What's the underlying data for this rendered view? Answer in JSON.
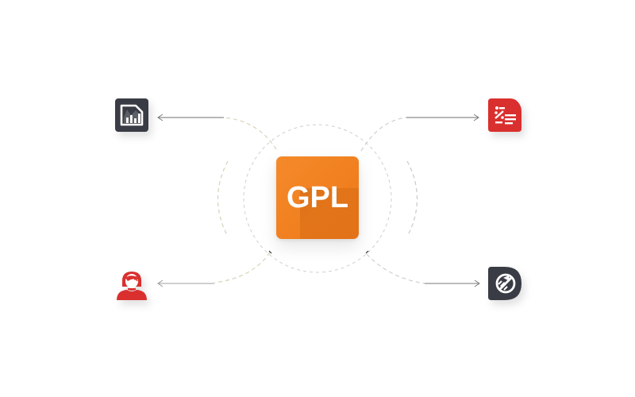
{
  "diagram": {
    "type": "hub-and-spoke",
    "center": {
      "label": "GPL",
      "icon": "license-tile",
      "color": "#f28223",
      "text_color": "#ffffff"
    },
    "nodes": [
      {
        "id": "top-left",
        "icon": "document-chart-icon",
        "color": "#3a3c45",
        "position": "top-left",
        "arrow_direction": "toward-node"
      },
      {
        "id": "top-right",
        "icon": "percent-list-document-icon",
        "color": "#d9302f",
        "position": "top-right",
        "arrow_direction": "toward-node"
      },
      {
        "id": "bottom-left",
        "icon": "user-icon",
        "color": "#d9302f",
        "position": "bottom-left",
        "arrow_direction": "toward-node"
      },
      {
        "id": "bottom-right",
        "icon": "no-rocket-icon",
        "color": "#3a3c45",
        "position": "bottom-right",
        "arrow_direction": "toward-node"
      }
    ],
    "edges": [
      {
        "from": "center",
        "to": "top-left",
        "style": "dashed-arc-then-solid-arrow"
      },
      {
        "from": "center",
        "to": "top-right",
        "style": "dashed-arc-then-solid-arrow"
      },
      {
        "from": "center",
        "to": "bottom-left",
        "style": "dashed-arc-then-solid-arrow"
      },
      {
        "from": "center",
        "to": "bottom-right",
        "style": "dashed-arc-then-solid-arrow"
      }
    ],
    "colors": {
      "background": "#ffffff",
      "line": "#8a8a8a",
      "dashed_line": "#c8c8c8",
      "accent_orange": "#f28223",
      "accent_red": "#d9302f",
      "dark": "#3a3c45"
    }
  }
}
